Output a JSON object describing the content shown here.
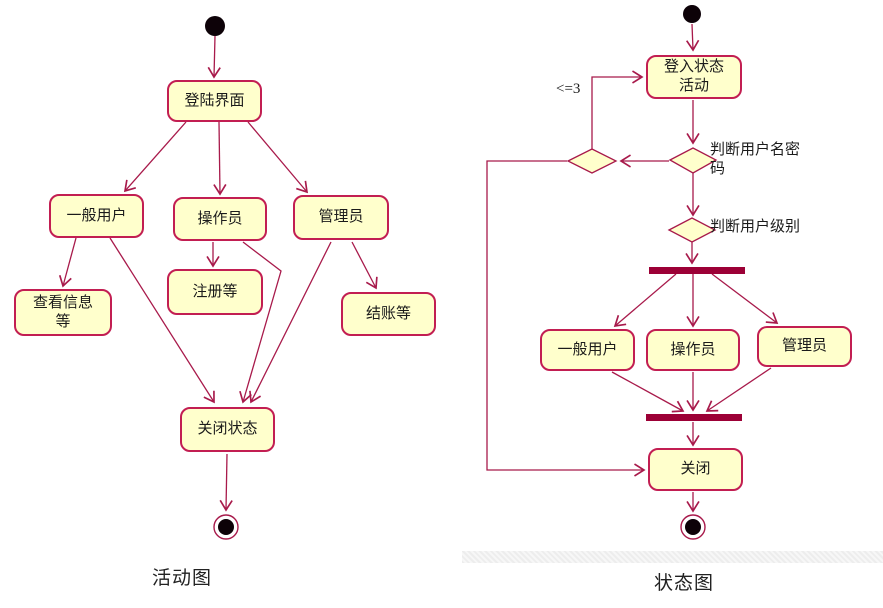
{
  "colors": {
    "node_fill": "#FFFFCC",
    "node_border": "#C21E52",
    "edge_line": "#A81A4B",
    "sync_bar": "#9C0036",
    "terminal_black": "#0d0208"
  },
  "activity_diagram": {
    "caption": "活动图",
    "nodes": {
      "login": {
        "label": "登陆界面"
      },
      "general_user": {
        "label": "一般用户"
      },
      "operator": {
        "label": "操作员"
      },
      "admin": {
        "label": "管理员"
      },
      "view_info": {
        "label": "查看信息等"
      },
      "register": {
        "label": "注册等"
      },
      "checkout": {
        "label": "结账等"
      },
      "close_state": {
        "label": "关闭状态"
      }
    }
  },
  "state_diagram": {
    "caption": "状态图",
    "nodes": {
      "login_activity": {
        "label": "登入状态活动"
      },
      "general_user": {
        "label": "一般用户"
      },
      "operator": {
        "label": "操作员"
      },
      "admin": {
        "label": "管理员"
      },
      "close": {
        "label": "关闭"
      }
    },
    "edge_labels": {
      "retry_limit": "<=3",
      "check_credentials": "判断用户名密码",
      "check_level": "判断用户级别"
    }
  }
}
